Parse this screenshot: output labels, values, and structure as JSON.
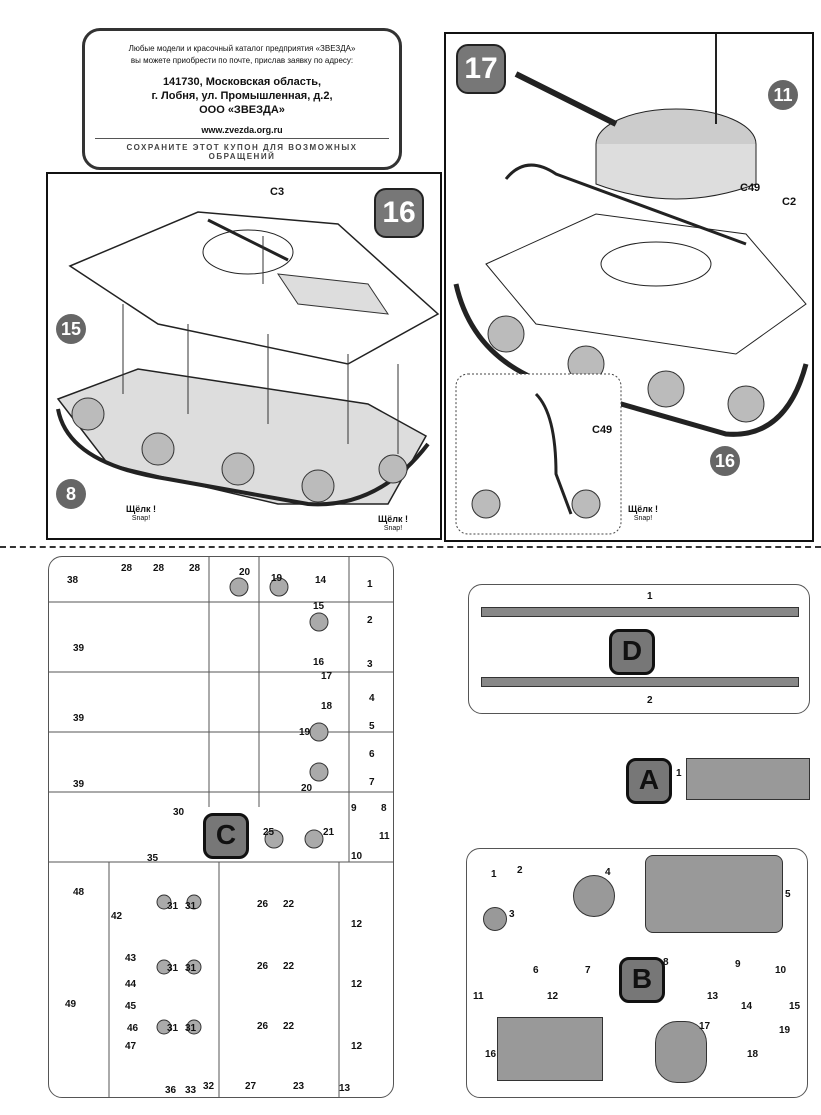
{
  "coupon": {
    "line1": "Любые модели и красочный каталог предприятия «ЗВЕЗДА»",
    "line2": "вы можете приобрести по почте, прислав заявку по адресу:",
    "addr1": "141730, Московская область,",
    "addr2": "г. Лобня, ул. Промышленная, д.2,",
    "addr3": "ООО «ЗВЕЗДА»",
    "web": "www.zvezda.org.ru",
    "save": "СОХРАНИТЕ ЭТОТ КУПОН ДЛЯ ВОЗМОЖНЫХ ОБРАЩЕНИЙ"
  },
  "step16": {
    "number": "16",
    "part_c3": "C3",
    "sub_15": "15",
    "sub_8": "8",
    "snap1": "Щёлк !",
    "snap1_en": "Snap!",
    "snap2": "Щёлк !",
    "snap2_en": "Snap!"
  },
  "step17": {
    "number": "17",
    "sub_11": "11",
    "sub_16": "16",
    "part_c49": "C49",
    "part_c2": "C2",
    "part_c49_detail": "C49",
    "snap": "Щёлк !",
    "snap_en": "Snap!"
  },
  "sprue_c": {
    "letter": "C",
    "labels": [
      "38",
      "28",
      "28",
      "28",
      "20",
      "19",
      "14",
      "1",
      "39",
      "15",
      "2",
      "16",
      "3",
      "39",
      "17",
      "4",
      "18",
      "5",
      "19",
      "6",
      "39",
      "20",
      "7",
      "9",
      "8",
      "30",
      "25",
      "21",
      "11",
      "35",
      "10",
      "48",
      "31",
      "31",
      "26",
      "22",
      "12",
      "42",
      "43",
      "31",
      "31",
      "26",
      "22",
      "12",
      "44",
      "45",
      "46",
      "47",
      "31",
      "31",
      "26",
      "22",
      "12",
      "49",
      "36",
      "33",
      "32",
      "27",
      "23",
      "13"
    ]
  },
  "sprue_d": {
    "letter": "D",
    "label_1": "1",
    "label_2": "2"
  },
  "sprue_a": {
    "letter": "A",
    "label_1": "1"
  },
  "sprue_b": {
    "letter": "B",
    "labels": [
      "1",
      "2",
      "3",
      "4",
      "5",
      "6",
      "7",
      "8",
      "9",
      "10",
      "11",
      "12",
      "13",
      "14",
      "15",
      "16",
      "17",
      "18",
      "19"
    ]
  }
}
